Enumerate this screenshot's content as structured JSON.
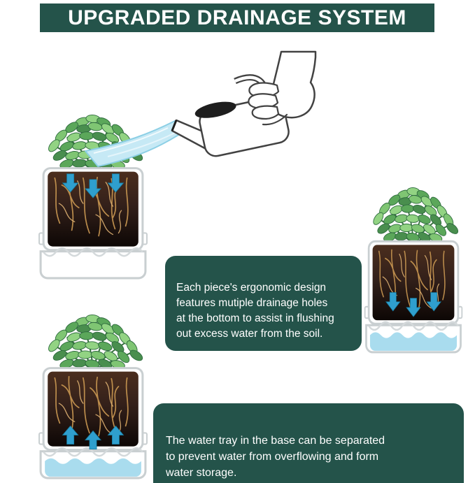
{
  "header": {
    "title": "UPGRADED DRAINAGE SYSTEM"
  },
  "callouts": {
    "drainage": {
      "text": "Each piece's ergonomic design\nfeatures mutiple drainage holes\nat the bottom to assist in flushing\nout excess water from the soil."
    },
    "water_tray": {
      "text": "The water tray in the base can be separated\nto prevent water from overflowing and form\nwater storage."
    }
  },
  "illustrations": {
    "watering_can": "hand-pouring-watering-can",
    "planter_top_left": "planter-water-soaking-down-from-top",
    "planter_right": "planter-draining-excess-water-into-tray",
    "planter_bottom_left": "planter-storing-water-in-bottom-tray"
  },
  "colors": {
    "banner_green": "#24534a",
    "water_blue": "#a9dcee",
    "stream_blue": "#c6e9f5",
    "arrow_blue": "#2f9fce",
    "leaf_green": "#6fb763",
    "soil_brown": "#3a2316",
    "root_tan": "#c3924f"
  }
}
